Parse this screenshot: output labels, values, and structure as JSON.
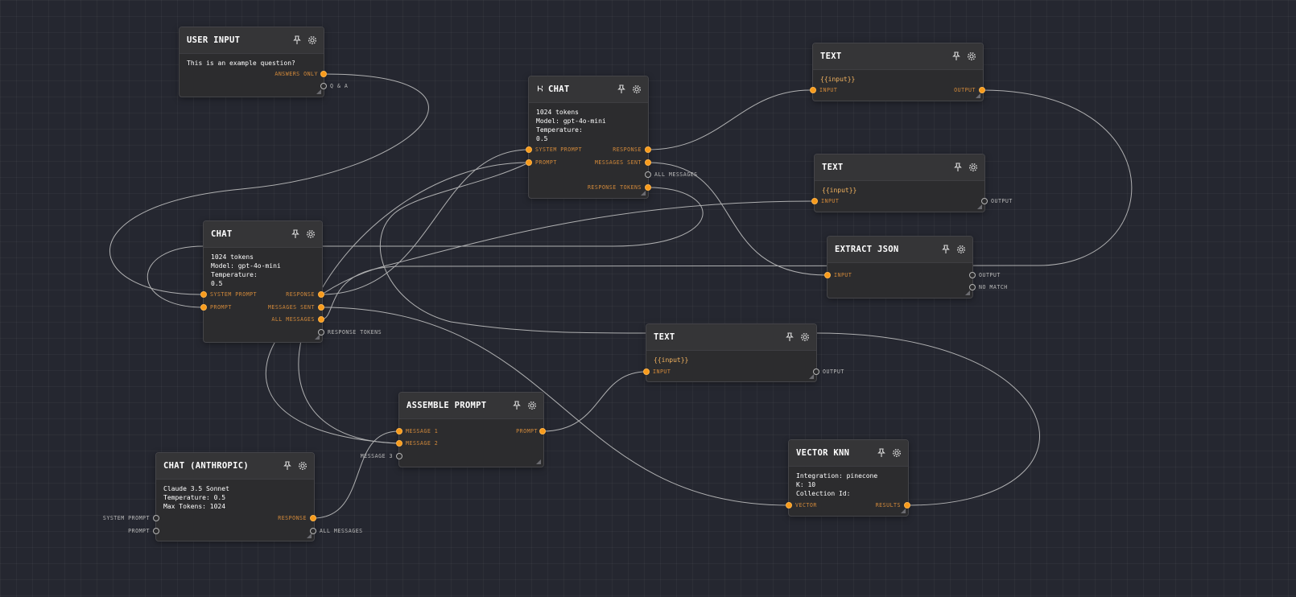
{
  "colors": {
    "canvas": "#252730",
    "node": "#2c2c2e",
    "accent": "#f89b1c",
    "wire": "#c8c8c8"
  },
  "icons": {
    "pin": "pin-icon",
    "settings": "gear-icon",
    "chat": "branch-icon"
  },
  "nodes": {
    "user_input": {
      "title": "USER INPUT",
      "body": [
        "This is an example question?"
      ],
      "ports": {
        "answers_only": "ANSWERS ONLY",
        "qa": "Q & A"
      }
    },
    "chat_top": {
      "title": "CHAT",
      "body": [
        "1024 tokens",
        "Model: gpt-4o-mini",
        "Temperature:",
        "0.5"
      ],
      "ports": {
        "system_prompt": "SYSTEM PROMPT",
        "prompt": "PROMPT",
        "response": "RESPONSE",
        "messages_sent": "MESSAGES SENT",
        "all_messages": "ALL MESSAGES",
        "response_tokens": "RESPONSE TOKENS"
      }
    },
    "chat_left": {
      "title": "CHAT",
      "body": [
        "1024 tokens",
        "Model: gpt-4o-mini",
        "Temperature:",
        "0.5"
      ],
      "ports": {
        "system_prompt": "SYSTEM PROMPT",
        "prompt": "PROMPT",
        "response": "RESPONSE",
        "messages_sent": "MESSAGES SENT",
        "all_messages": "ALL MESSAGES",
        "response_tokens": "RESPONSE TOKENS"
      }
    },
    "text1": {
      "title": "TEXT",
      "body": [
        "{{input}}"
      ],
      "ports": {
        "input": "INPUT",
        "output": "OUTPUT"
      }
    },
    "text2": {
      "title": "TEXT",
      "body": [
        "{{input}}"
      ],
      "ports": {
        "input": "INPUT",
        "output": "OUTPUT"
      }
    },
    "extract_json": {
      "title": "EXTRACT JSON",
      "ports": {
        "input": "INPUT",
        "output": "OUTPUT",
        "no_match": "NO MATCH"
      }
    },
    "text3": {
      "title": "TEXT",
      "body": [
        "{{input}}"
      ],
      "ports": {
        "input": "INPUT",
        "output": "OUTPUT"
      }
    },
    "assemble": {
      "title": "ASSEMBLE PROMPT",
      "ports": {
        "message1": "MESSAGE 1",
        "message2": "MESSAGE 2",
        "message3": "MESSAGE 3",
        "prompt": "PROMPT"
      }
    },
    "anthropic": {
      "title": "CHAT (ANTHROPIC)",
      "body": [
        "Claude 3.5 Sonnet",
        "Temperature: 0.5",
        "Max Tokens: 1024"
      ],
      "ports": {
        "system_prompt": "SYSTEM PROMPT",
        "prompt": "PROMPT",
        "response": "RESPONSE",
        "all_messages": "ALL MESSAGES"
      }
    },
    "vector_knn": {
      "title": "VECTOR KNN",
      "body": [
        "Integration: pinecone",
        "K: 10",
        "Collection Id:"
      ],
      "ports": {
        "vector": "VECTOR",
        "results": "RESULTS"
      }
    }
  }
}
